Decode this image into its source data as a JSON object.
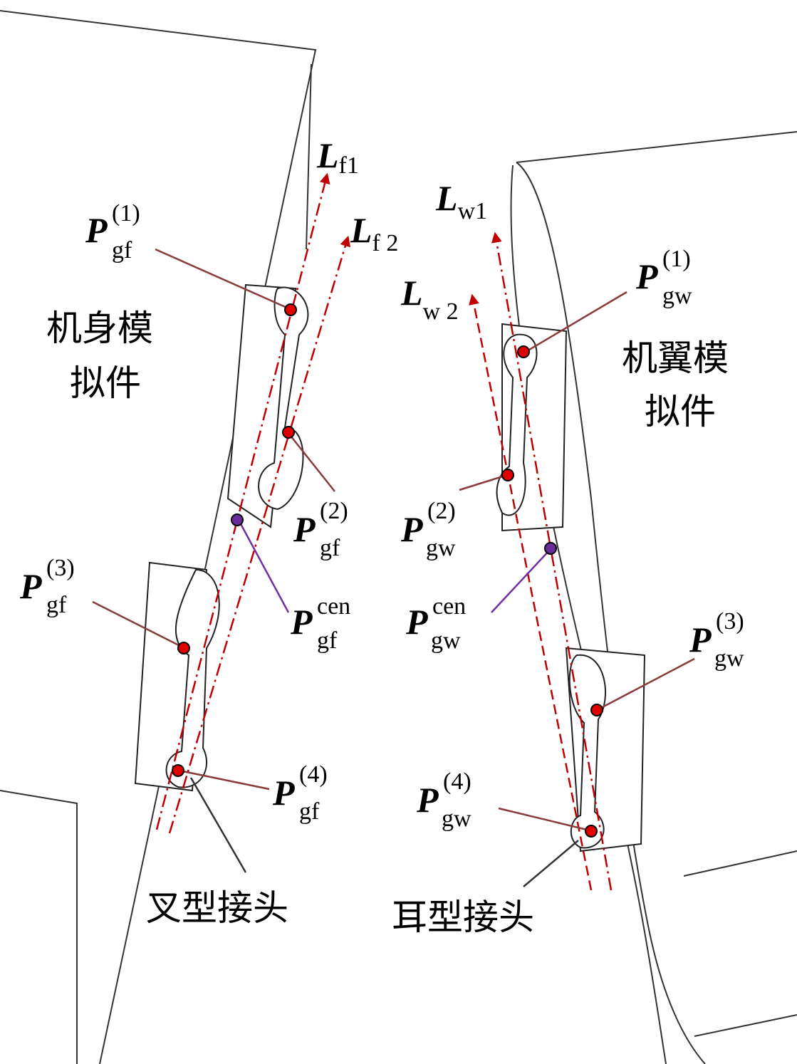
{
  "colors": {
    "axis": "#c00000",
    "point": "#e00000",
    "center": "#6a2c9a",
    "leader": "#8b3a3a",
    "center_leader": "#7030a0"
  },
  "labels": {
    "fuselage": [
      "机身模",
      "拟件"
    ],
    "wing": [
      "机翼模",
      "拟件"
    ],
    "fork_joint": "叉型接头",
    "ear_joint": "耳型接头"
  },
  "axes": {
    "Lf1": {
      "main": "L",
      "sub": "f1"
    },
    "Lf2": {
      "main": "L",
      "sub": "f 2"
    },
    "Lw1": {
      "main": "L",
      "sub": "w1"
    },
    "Lw2": {
      "main": "L",
      "sub": "w 2"
    }
  },
  "points": {
    "gf1": {
      "main": "P",
      "sub": "gf",
      "sup": "(1)"
    },
    "gf2": {
      "main": "P",
      "sub": "gf",
      "sup": "(2)"
    },
    "gf3": {
      "main": "P",
      "sub": "gf",
      "sup": "(3)"
    },
    "gf4": {
      "main": "P",
      "sub": "gf",
      "sup": "(4)"
    },
    "gfcen": {
      "main": "P",
      "sub": "gf",
      "sup": "cen"
    },
    "gw1": {
      "main": "P",
      "sub": "gw",
      "sup": "(1)"
    },
    "gw2": {
      "main": "P",
      "sub": "gw",
      "sup": "(2)"
    },
    "gw3": {
      "main": "P",
      "sub": "gw",
      "sup": "(3)"
    },
    "gw4": {
      "main": "P",
      "sub": "gw",
      "sup": "(4)"
    },
    "gwcen": {
      "main": "P",
      "sub": "gw",
      "sup": "cen"
    }
  }
}
